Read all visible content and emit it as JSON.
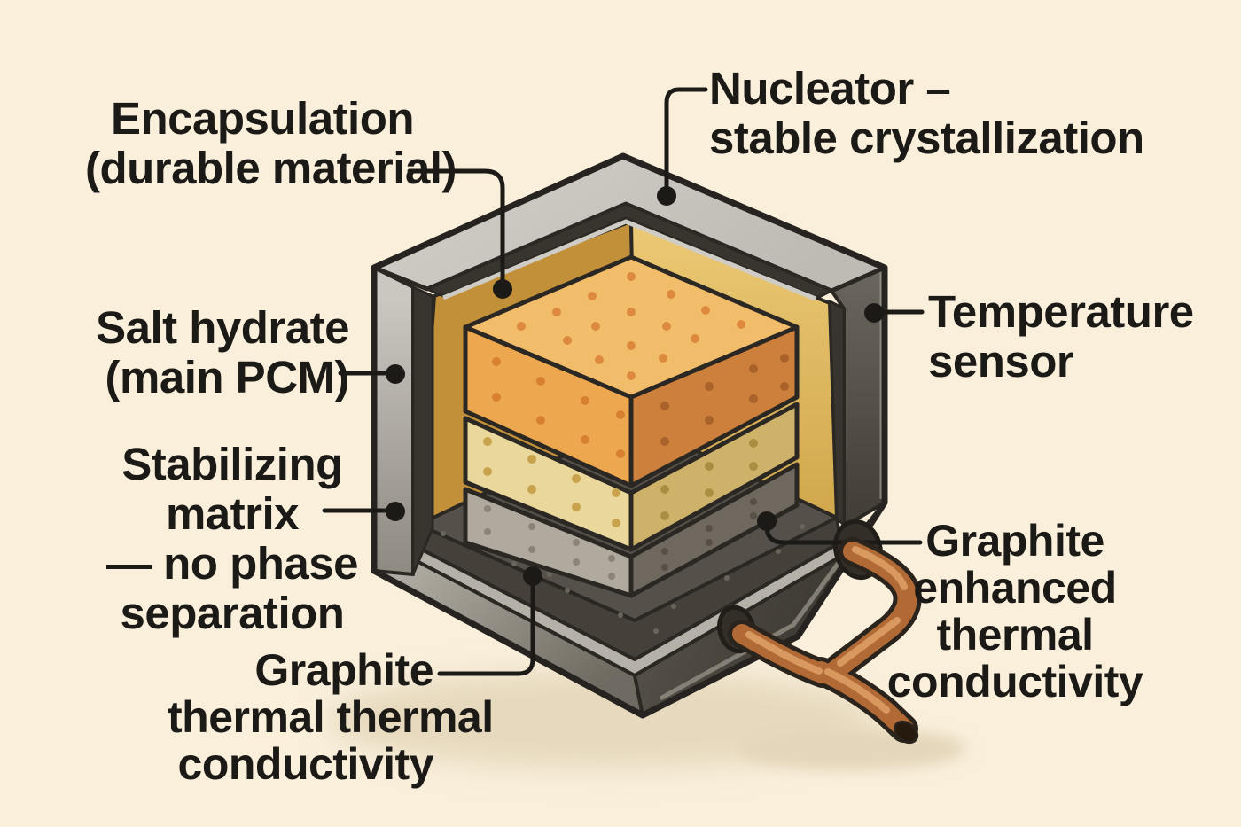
{
  "labels": {
    "encapsulation": {
      "lines": [
        "Encapsulation",
        "(durable material)"
      ]
    },
    "nucleator": {
      "lines": [
        "Nucleator –",
        "stable crystallization"
      ]
    },
    "salt_hydrate": {
      "lines": [
        "Salt hydrate",
        "(main PCM)"
      ]
    },
    "stabilizing_matrix": {
      "lines": [
        "Stabilizing",
        "matrix",
        "— no phase",
        "separation"
      ]
    },
    "temperature_sensor": {
      "lines": [
        "Temperature",
        "sensor"
      ]
    },
    "graphite_enhanced": {
      "lines": [
        "Graphite",
        "enhanced",
        "thermal",
        "conductivity"
      ]
    },
    "graphite_thermal": {
      "lines": [
        "Graphite",
        "thermal thermal",
        "conductivity"
      ]
    }
  },
  "colors": {
    "background": "#f9efdb",
    "outline": "#2b2824",
    "casing_light": "#c5c1bb",
    "casing_dark": "#56524a",
    "rim_dark": "#38352f",
    "amber_left": "#c3903a",
    "amber_right": "#e4c06c",
    "pcm_top": "#f2bd6b",
    "pcm_top_dot": "#dd8a3e",
    "pcm_orange": "#eca74f",
    "pcm_orange_dark": "#cd803c",
    "pcm_tan": "#ead79b",
    "pcm_tan_dark": "#cfb269",
    "matrix_gray": "#b0a99e",
    "matrix_gray_dark": "#6e685f",
    "floor": "#55514a",
    "floor_band": "#45413a",
    "ledge": "#b6b1a8",
    "hole": "#332f28",
    "copper": "#b16a35",
    "copper_light": "#e0a266",
    "leader": "#1c1a17"
  }
}
